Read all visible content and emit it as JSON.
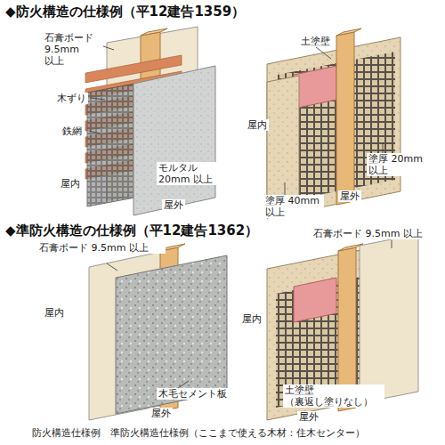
{
  "diagram": {
    "title": "◆防火構造の仕様例（平12建告1359）",
    "caption": "防火構造仕様例　準防火構造仕様例（ここまで使える木材：住木センター）",
    "labels": [
      "石膏ボード 9.5mm 以上",
      "木ずり",
      "鉄網",
      "屋内",
      "モルタル 20mm 以上",
      "屋外",
      "土塗壁",
      "屋内",
      "塗厚 20mm 以上",
      "屋外",
      "塗厚 40mm 以上",
      "◆準防火構造の仕様例（平12建告1362）",
      "石膏ボード 9.5mm 以上",
      "屋内",
      "木毛セメント板",
      "屋外",
      "石膏ボード 9.5mm 以上",
      "屋内",
      "土塗壁 （裏返し塗りなし）",
      "屋外"
    ]
  }
}
